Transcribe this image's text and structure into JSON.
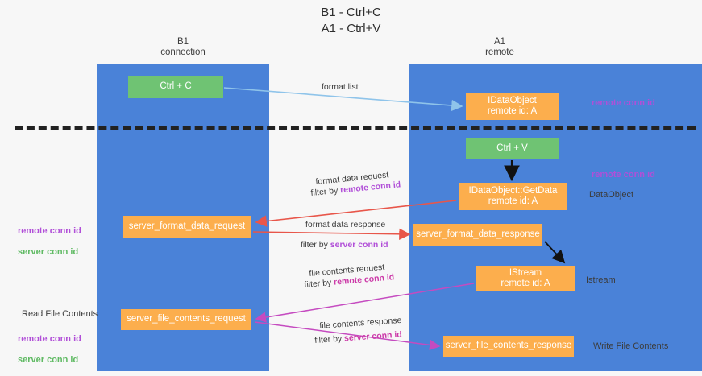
{
  "title": "B1 - Ctrl+C\nA1 - Ctrl+V",
  "lanes": {
    "left": {
      "header": "B1\nconnection"
    },
    "right": {
      "header": "A1\nremote"
    }
  },
  "nodes": {
    "ctrl_c": "Ctrl + C",
    "idataobject": "IDataObject\nremote id: A",
    "ctrl_v": "Ctrl + V",
    "getdata": "IDataObject::GetData\nremote id: A",
    "server_format_data_request": "server_format_data_request",
    "server_format_data_response": "server_format_data_response",
    "istream": "IStream\nremote id: A",
    "server_file_contents_request": "server_file_contents_request",
    "server_file_contents_response": "server_file_contents_response"
  },
  "edges": {
    "format_list": "format list",
    "format_data_request": "format data request",
    "format_data_request_filter_prefix": "filter by ",
    "format_data_request_filter_key": "remote conn id",
    "format_data_response": "format data response",
    "format_data_response_filter_prefix": "filter by ",
    "format_data_response_filter_key": "server conn id",
    "file_contents_request": "file contents request",
    "file_contents_request_filter_prefix": "filter by ",
    "file_contents_request_filter_key": "remote conn id",
    "file_contents_response": "file contents response",
    "file_contents_response_filter_prefix": "filter by ",
    "file_contents_response_filter_key": "server conn id"
  },
  "annotations": {
    "remote_conn_id_top": "remote conn id",
    "remote_conn_id_mid": "remote conn id",
    "dataobject": "DataObject",
    "istream": "Istream",
    "write_file_contents": "Write File Contents",
    "read_file_contents": "Read File Contents",
    "left_remote_conn_id": "remote conn id",
    "left_server_conn_id": "server conn id",
    "left_remote_conn_id_2": "remote conn id",
    "left_server_conn_id_2": "server conn id"
  },
  "colors": {
    "lane": "#4a82d8",
    "green_node": "#6fc373",
    "orange_node": "#fcae4d",
    "purple_text": "#b14fd8",
    "green_text": "#5fba63",
    "red_arrow": "#e8564a",
    "magenta_arrow": "#c54bc0",
    "blue_arrow": "#8fc4ea",
    "black_arrow": "#111111"
  }
}
